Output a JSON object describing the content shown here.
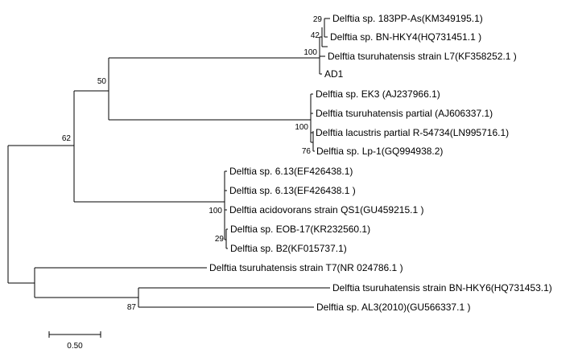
{
  "taxa": {
    "t1": "Delftia sp. 183PP-As(KM349195.1)",
    "t2": "Delftia sp. BN-HKY4(HQ731451.1 )",
    "t3": "Delftia tsuruhatensis strain L7(KF358252.1 )",
    "t4": "AD1",
    "t5": "Delftia sp. EK3 (AJ237966.1)",
    "t6": "Delftia tsuruhatensis partial (AJ606337.1)",
    "t7": "Delftia lacustris partial R-54734(LN995716.1)",
    "t8": "Delftia sp. Lp-1(GQ994938.2)",
    "t9": "Delftia sp. 6.13(EF426438.1)",
    "t10": "Delftia sp. 6.13(EF426438.1 )",
    "t11": "Delftia acidovorans strain QS1(GU459215.1 )",
    "t12": "Delftia sp. EOB-17(KR232560.1)",
    "t13": "Delftia sp. B2(KF015737.1)",
    "t14": "Delftia tsuruhatensis strain T7(NR 024786.1 )",
    "t15": "Delftia tsuruhatensis strain BN-HKY6(HQ731453.1)",
    "t16": "Delftia sp. AL3(2010)(GU566337.1 )"
  },
  "bootstrap": {
    "b29a": "29",
    "b42": "42",
    "b100a": "100",
    "b50": "50",
    "b100b": "100",
    "b76": "76",
    "b62": "62",
    "b100c": "100",
    "b29b": "29",
    "b87": "87"
  },
  "scale_bar": {
    "label": "0.50"
  }
}
